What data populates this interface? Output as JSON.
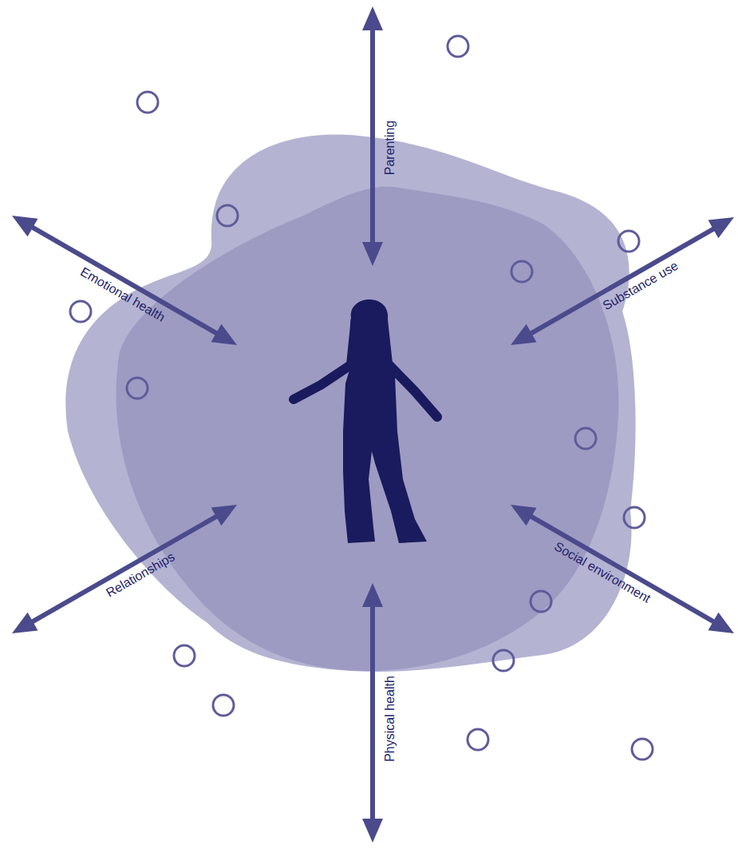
{
  "diagram": {
    "labels": [
      "Parenting",
      "Emotional health",
      "Substance use",
      "Relationships",
      "Social environment",
      "Physical health"
    ]
  }
}
